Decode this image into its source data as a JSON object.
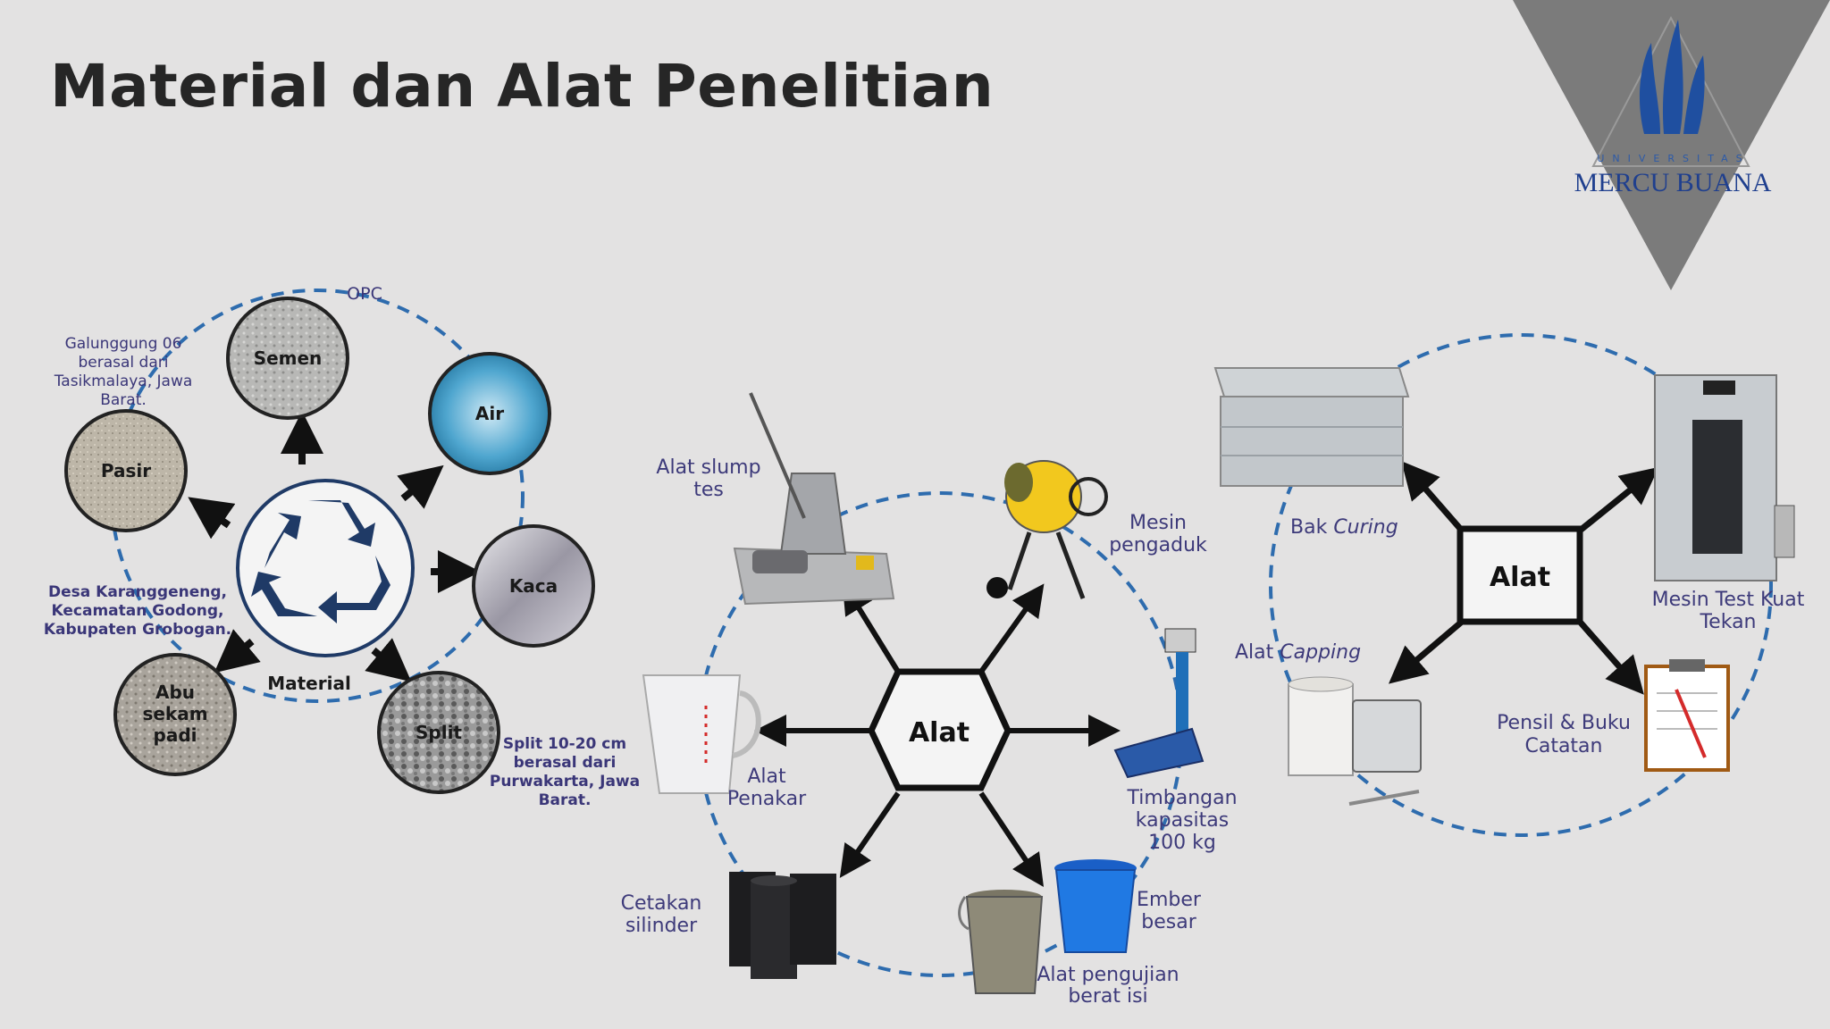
{
  "title": "Material dan Alat Penelitian",
  "logo": {
    "university_small": "UNIVERSITAS",
    "university_name": "MERCU BUANA"
  },
  "material": {
    "center_label": "Material",
    "center_icon": "recycle-icon",
    "items": [
      {
        "id": "semen",
        "label": "Semen",
        "note": [
          "OPC"
        ]
      },
      {
        "id": "air",
        "label": "Air",
        "note": []
      },
      {
        "id": "kaca",
        "label": "Kaca",
        "note": []
      },
      {
        "id": "split",
        "label": "Split",
        "note": [
          "Split 10-20 cm",
          "berasal dari",
          "Purwakarta, Jawa",
          "Barat."
        ]
      },
      {
        "id": "abu",
        "label": [
          "Abu",
          "sekam",
          "padi"
        ],
        "note": [
          "Desa Karanggeneng,",
          "Kecamatan Godong,",
          "Kabupaten Grobogan."
        ]
      },
      {
        "id": "pasir",
        "label": "Pasir",
        "note": [
          "Galunggung 06",
          "berasal dari",
          "Tasikmalaya, Jawa",
          "Barat."
        ]
      }
    ]
  },
  "alat1": {
    "center_label": "Alat",
    "items": [
      {
        "id": "slump",
        "label": [
          "Alat slump",
          "tes"
        ]
      },
      {
        "id": "mesin-pengaduk",
        "label": [
          "Mesin",
          "pengaduk"
        ]
      },
      {
        "id": "timbangan",
        "label": [
          "Timbangan",
          "kapasitas",
          "100 kg"
        ]
      },
      {
        "id": "ember",
        "label": [
          "Ember",
          "besar"
        ]
      },
      {
        "id": "berat-isi",
        "label": [
          "Alat pengujian",
          "berat isi"
        ]
      },
      {
        "id": "cetakan",
        "label": [
          "Cetakan",
          "silinder"
        ]
      },
      {
        "id": "penakar",
        "label": [
          "Alat",
          "Penakar"
        ]
      }
    ]
  },
  "alat2": {
    "center_label": "Alat",
    "items": [
      {
        "id": "bak-curing",
        "label_plain": "Bak ",
        "label_italic": "Curing"
      },
      {
        "id": "mesin-test",
        "label": [
          "Mesin Test Kuat",
          "Tekan"
        ]
      },
      {
        "id": "alat-capping",
        "label_plain": "Alat ",
        "label_italic": "Capping"
      },
      {
        "id": "pensil-buku",
        "label": [
          "Pensil & Buku",
          "Catatan"
        ]
      }
    ]
  },
  "colors": {
    "background": "#e3e2e2",
    "title": "#262626",
    "label_purple": "#3a3678",
    "dashed_blue": "#2e6cae",
    "logo_blue": "#1f4fa0",
    "recycle_navy": "#1f3a66",
    "triangle_gray": "#7b7b7b"
  }
}
